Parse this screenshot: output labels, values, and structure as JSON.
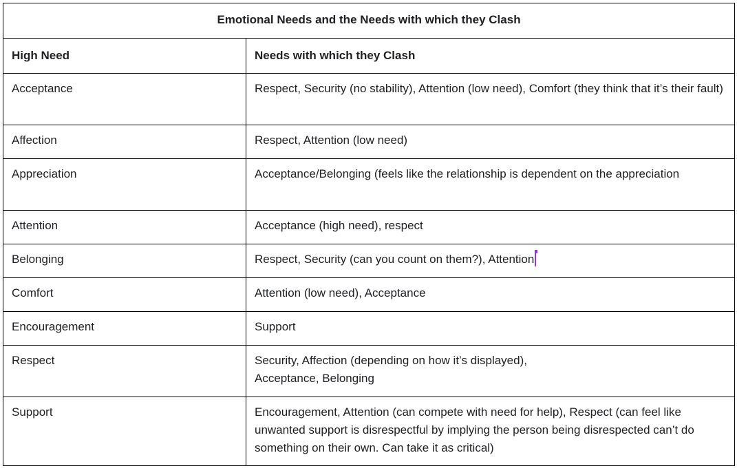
{
  "table": {
    "title": "Emotional Needs and the Needs with which they Clash",
    "headers": [
      "High Need",
      "Needs with which they Clash"
    ],
    "rows": [
      {
        "need": "Acceptance",
        "clash": "Respect, Security (no stability), Attention (low need), Comfort (they think that it’s their fault)"
      },
      {
        "need": "Affection",
        "clash": "Respect, Attention (low need)"
      },
      {
        "need": "Appreciation",
        "clash": "Acceptance/Belonging (feels like the relationship is dependent on the appreciation"
      },
      {
        "need": "Attention",
        "clash": "Acceptance (high need), respect"
      },
      {
        "need": "Belonging",
        "clash": "Respect, Security (can you count on them?), Attention"
      },
      {
        "need": "Comfort",
        "clash": "Attention (low need), Acceptance"
      },
      {
        "need": "Encouragement",
        "clash": "Support"
      },
      {
        "need": "Respect",
        "clash_line1": "Security, Affection (depending on how it’s displayed),",
        "clash_line2": "Acceptance, Belonging"
      },
      {
        "need": "Support",
        "clash": "Encouragement, Attention (can compete with need for help), Respect (can feel like unwanted support is disrespectful by implying the person being disrespected can’t do something on their own. Can take it as critical)"
      }
    ]
  },
  "colors": {
    "border": "#000000",
    "text": "#202124",
    "cursor": "#9334e6"
  }
}
